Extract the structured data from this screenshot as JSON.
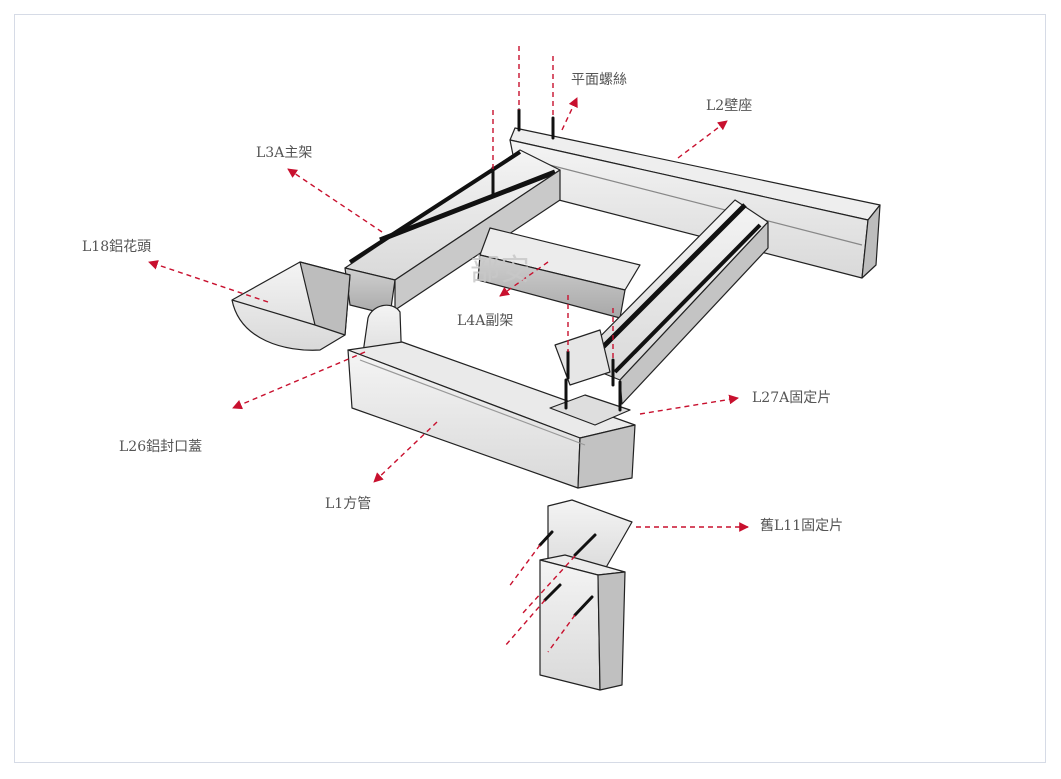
{
  "labels": {
    "flat_screw": "平面螺絲",
    "l2_wall_seat": "L2壁座",
    "l3a_main_frame": "L3A主架",
    "l18_aluminum_cap": "L18鋁花頭",
    "l4a_sub_frame": "L4A副架",
    "l27a_fixing_plate": "L27A固定片",
    "l26_aluminum_end_cap": "L26鋁封口蓋",
    "l1_square_tube": "L1方管",
    "old_l11_fixing_plate": "舊L11固定片"
  },
  "watermark": "部安",
  "colors": {
    "leader": "#c8102e",
    "outline": "#222222",
    "frame": "#d6dbe6"
  }
}
